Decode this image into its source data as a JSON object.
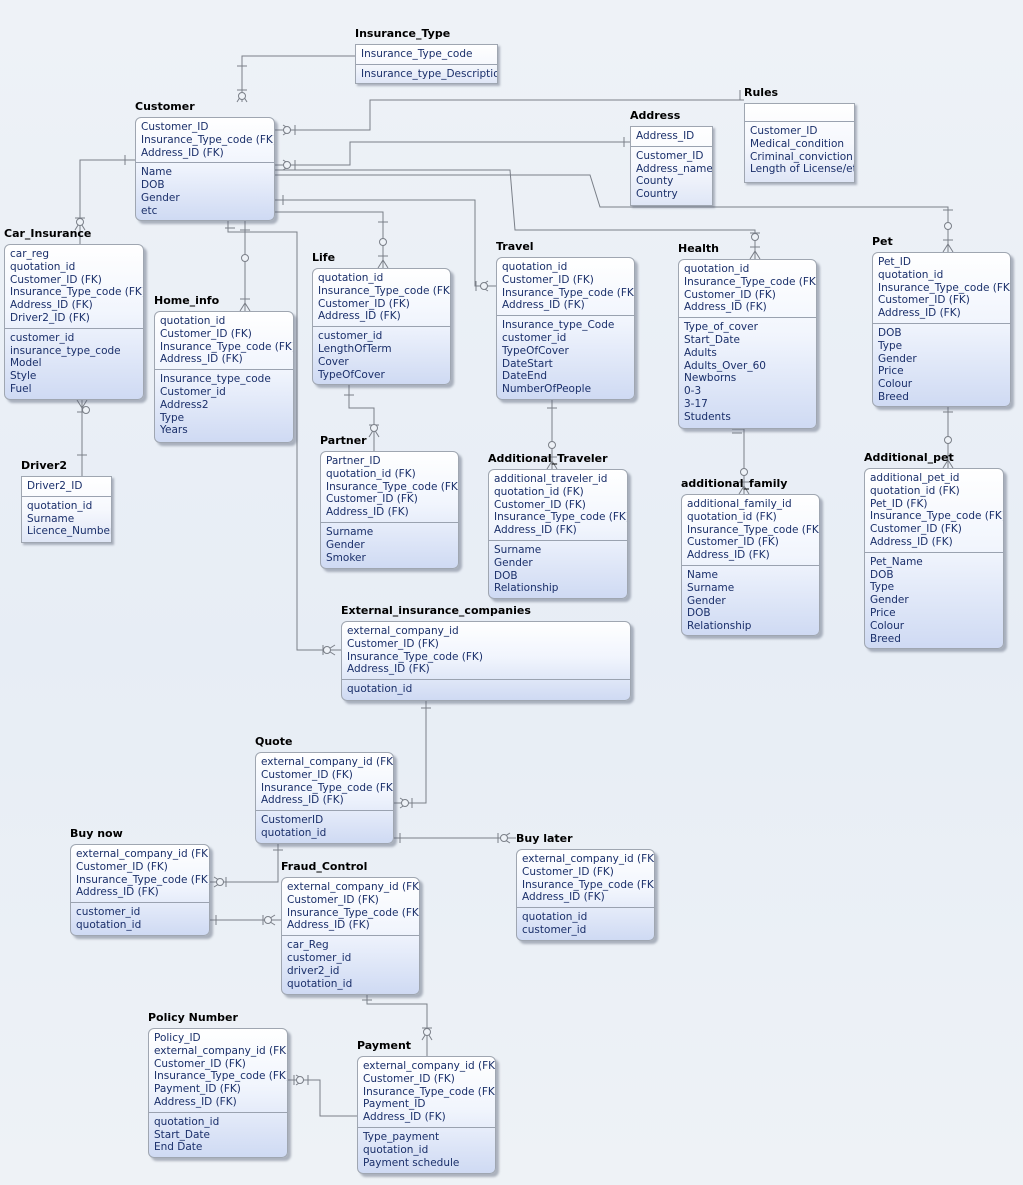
{
  "entities": {
    "insurance_type": {
      "name": "Insurance_Type",
      "keys": [
        "Insurance_Type_code"
      ],
      "attrs": [
        "Insurance_type_Description"
      ]
    },
    "customer": {
      "name": "Customer",
      "keys": [
        "Customer_ID",
        "Insurance_Type_code (FK)",
        "Address_ID (FK)"
      ],
      "attrs": [
        "Name",
        "DOB",
        "Gender",
        "etc"
      ]
    },
    "address": {
      "name": "Address",
      "keys": [
        "Address_ID"
      ],
      "attrs": [
        "Customer_ID",
        "Address_name",
        "County",
        "Country"
      ]
    },
    "rules": {
      "name": "Rules",
      "keys": [],
      "attrs": [
        "Customer_ID",
        "Medical_condition",
        "Criminal_conviction",
        "Length of License/etc"
      ]
    },
    "car_insurance": {
      "name": "Car_Insurance",
      "keys": [
        "car_reg",
        "quotation_id",
        "Customer_ID (FK)",
        "Insurance_Type_code (FK)",
        "Address_ID (FK)",
        "Driver2_ID (FK)"
      ],
      "attrs": [
        "customer_id",
        "insurance_type_code",
        "Model",
        "Style",
        "Fuel"
      ]
    },
    "home_info": {
      "name": "Home_info",
      "keys": [
        "quotation_id",
        "Customer_ID (FK)",
        "Insurance_Type_code (FK)",
        "Address_ID (FK)"
      ],
      "attrs": [
        "Insurance_type_code",
        "Customer_id",
        "Address2",
        "Type",
        "Years"
      ]
    },
    "life": {
      "name": "Life",
      "keys": [
        "quotation_id",
        "Insurance_Type_code (FK)",
        "Customer_ID (FK)",
        "Address_ID (FK)"
      ],
      "attrs": [
        "customer_id",
        "LengthOfTerm",
        "Cover",
        "TypeOfCover"
      ]
    },
    "travel": {
      "name": "Travel",
      "keys": [
        "quotation_id",
        "Customer_ID (FK)",
        "Insurance_Type_code (FK)",
        "Address_ID (FK)"
      ],
      "attrs": [
        "Insurance_type_Code",
        "customer_id",
        "TypeOfCover",
        "DateStart",
        "DateEnd",
        "NumberOfPeople"
      ]
    },
    "health": {
      "name": "Health",
      "keys": [
        "quotation_id",
        "Insurance_Type_code (FK)",
        "Customer_ID (FK)",
        "Address_ID (FK)"
      ],
      "attrs": [
        "Type_of_cover",
        "Start_Date",
        "Adults",
        "Adults_Over_60",
        "Newborns",
        "0-3",
        "3-17",
        "Students"
      ]
    },
    "pet": {
      "name": "Pet",
      "keys": [
        "Pet_ID",
        "quotation_id",
        "Insurance_Type_code (FK)",
        "Customer_ID (FK)",
        "Address_ID (FK)"
      ],
      "attrs": [
        "DOB",
        "Type",
        "Gender",
        "Price",
        "Colour",
        "Breed"
      ]
    },
    "driver2": {
      "name": "Driver2",
      "keys": [
        "Driver2_ID"
      ],
      "attrs": [
        "quotation_id",
        "Surname",
        "Licence_Number"
      ]
    },
    "partner": {
      "name": "Partner",
      "keys": [
        "Partner_ID",
        "quotation_id (FK)",
        "Insurance_Type_code (FK)",
        "Customer_ID (FK)",
        "Address_ID (FK)"
      ],
      "attrs": [
        "Surname",
        "Gender",
        "Smoker"
      ]
    },
    "additional_traveler": {
      "name": "Additional_Traveler",
      "keys": [
        "additional_traveler_id",
        "quotation_id (FK)",
        "Customer_ID (FK)",
        "Insurance_Type_code (FK)",
        "Address_ID (FK)"
      ],
      "attrs": [
        "Surname",
        "Gender",
        "DOB",
        "Relationship"
      ]
    },
    "additional_family": {
      "name": "additional_family",
      "keys": [
        "additional_family_id",
        "quotation_id (FK)",
        "Insurance_Type_code (FK)",
        "Customer_ID (FK)",
        "Address_ID (FK)"
      ],
      "attrs": [
        "Name",
        "Surname",
        "Gender",
        "DOB",
        "Relationship"
      ]
    },
    "additional_pet": {
      "name": "Additional_pet",
      "keys": [
        "additional_pet_id",
        "quotation_id (FK)",
        "Pet_ID (FK)",
        "Insurance_Type_code (FK)",
        "Customer_ID (FK)",
        "Address_ID (FK)"
      ],
      "attrs": [
        "Pet_Name",
        "DOB",
        "Type",
        "Gender",
        "Price",
        "Colour",
        "Breed"
      ]
    },
    "external": {
      "name": "External_insurance_companies",
      "keys": [
        "external_company_id",
        "Customer_ID (FK)",
        "Insurance_Type_code (FK)",
        "Address_ID (FK)"
      ],
      "attrs": [
        "quotation_id"
      ]
    },
    "quote": {
      "name": "Quote",
      "keys": [
        "external_company_id (FK)",
        "Customer_ID (FK)",
        "Insurance_Type_code (FK)",
        "Address_ID (FK)"
      ],
      "attrs": [
        "CustomerID",
        "quotation_id"
      ]
    },
    "buy_now": {
      "name": "Buy now",
      "keys": [
        "external_company_id (FK)",
        "Customer_ID (FK)",
        "Insurance_Type_code (FK)",
        "Address_ID (FK)"
      ],
      "attrs": [
        "customer_id",
        "quotation_id"
      ]
    },
    "buy_later": {
      "name": "Buy later",
      "keys": [
        "external_company_id (FK)",
        "Customer_ID (FK)",
        "Insurance_Type_code (FK)",
        "Address_ID (FK)"
      ],
      "attrs": [
        "quotation_id",
        "customer_id"
      ]
    },
    "fraud_control": {
      "name": "Fraud_Control",
      "keys": [
        "external_company_id (FK)",
        "Customer_ID (FK)",
        "Insurance_Type_code (FK)",
        "Address_ID (FK)"
      ],
      "attrs": [
        "car_Reg",
        "customer_id",
        "driver2_id",
        "quotation_id"
      ]
    },
    "policy_number": {
      "name": "Policy Number",
      "keys": [
        "Policy_ID",
        "external_company_id (FK)",
        "Customer_ID (FK)",
        "Insurance_Type_code (FK)",
        "Payment_ID (FK)",
        "Address_ID (FK)"
      ],
      "attrs": [
        "quotation_id",
        "Start_Date",
        "End  Date"
      ]
    },
    "payment": {
      "name": "Payment",
      "keys": [
        "external_company_id (FK)",
        "Customer_ID (FK)",
        "Insurance_Type_code (FK)",
        "Payment_ID",
        "Address_ID (FK)"
      ],
      "attrs": [
        "Type_payment",
        "quotation_id",
        "Payment  schedule"
      ]
    }
  }
}
